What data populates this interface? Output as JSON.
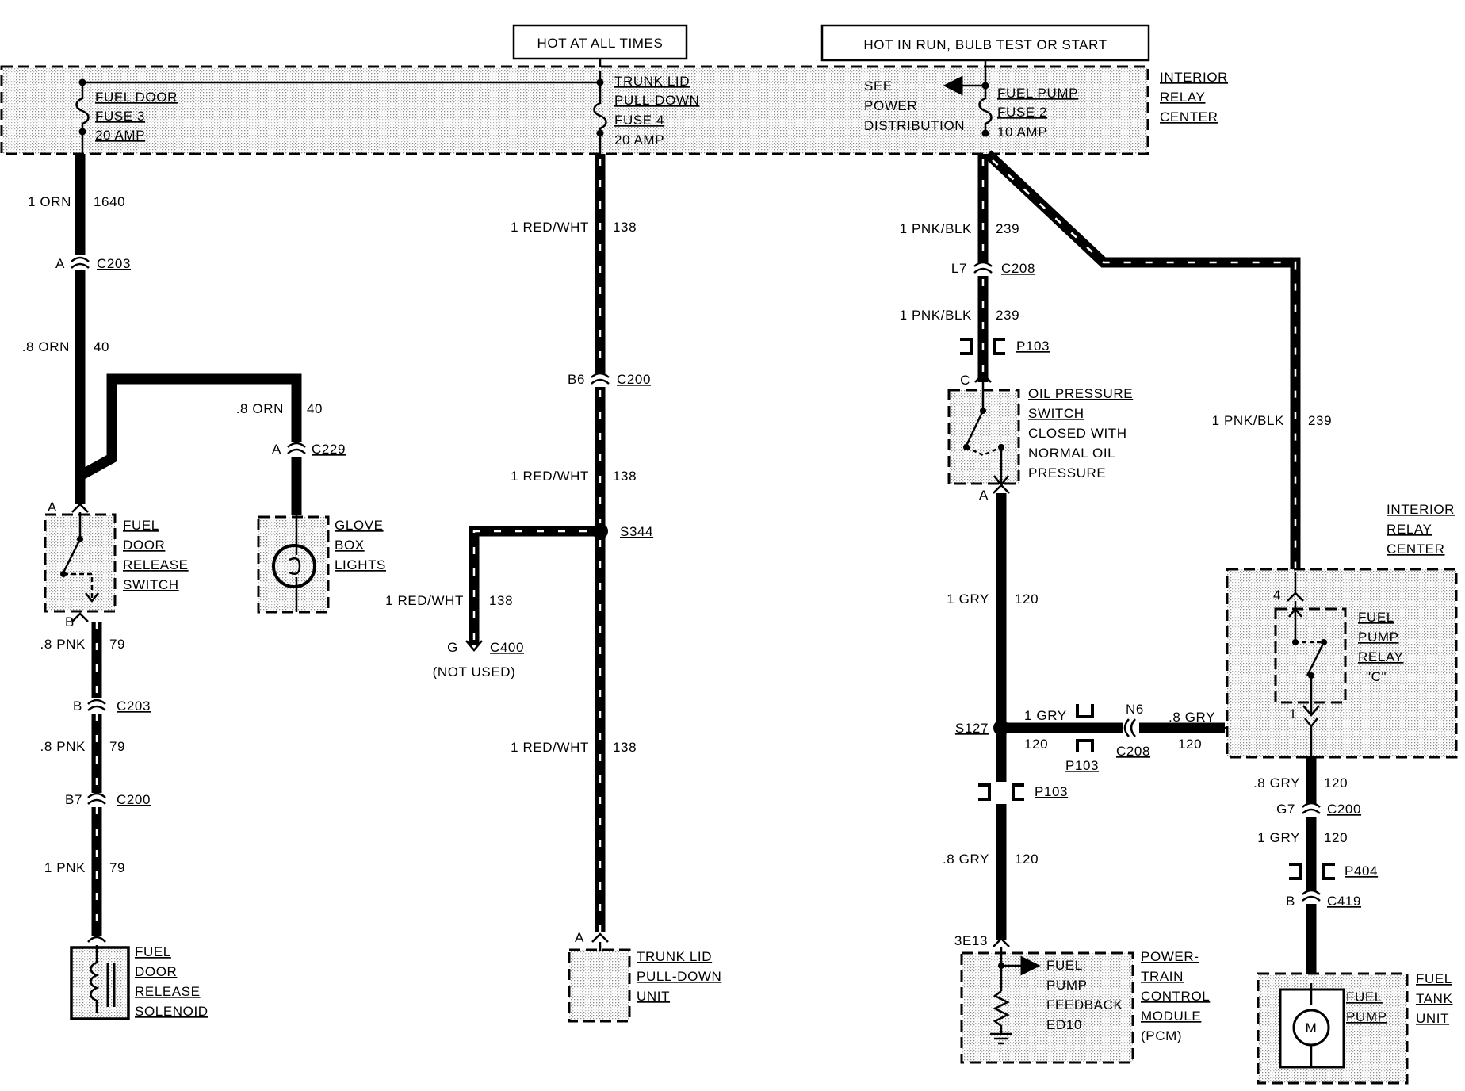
{
  "header": {
    "hot_at_all_times": "HOT AT ALL TIMES",
    "hot_in_run": "HOT IN RUN, BULB TEST OR START"
  },
  "relay_center_top": [
    "INTERIOR",
    "RELAY",
    "CENTER"
  ],
  "relay_center_right": [
    "INTERIOR",
    "RELAY",
    "CENTER"
  ],
  "fuses": {
    "fuel_door": [
      "FUEL DOOR",
      "FUSE 3",
      "20 AMP"
    ],
    "trunk_lid": [
      "TRUNK LID",
      "PULL-DOWN",
      "FUSE 4",
      "20 AMP"
    ],
    "fuel_pump": [
      "FUEL PUMP",
      "FUSE 2",
      "10 AMP"
    ],
    "see_power": [
      "SEE",
      "POWER",
      "DISTRIBUTION"
    ]
  },
  "wires": {
    "w1_color": "1 ORN",
    "w1_num": "1640",
    "w2_color": ".8 ORN",
    "w2_num": "40",
    "w3_color": ".8 ORN",
    "w3_num": "40",
    "w4_color": ".8 PNK",
    "w4_num": "79",
    "w5_color": ".8 PNK",
    "w5_num": "79",
    "w6_color": "1 PNK",
    "w6_num": "79",
    "w7_color": "1 RED/WHT",
    "w7_num": "138",
    "w8_color": "1 RED/WHT",
    "w8_num": "138",
    "w9_color": "1 RED/WHT",
    "w9_num": "138",
    "w10_color": "1 RED/WHT",
    "w10_num": "138",
    "w11_color": "1 PNK/BLK",
    "w11_num": "239",
    "w12_color": "1 PNK/BLK",
    "w12_num": "239",
    "w13_color": "1 PNK/BLK",
    "w13_num": "239",
    "w14_color": "1 GRY",
    "w14_num": "120",
    "w15_color": "1 GRY",
    "w15_num": "120",
    "w16_color": ".8 GRY",
    "w16_num": "120",
    "w17_color": ".8 GRY",
    "w17_num": "120",
    "w18_color": ".8 GRY",
    "w18_num": "120",
    "w19_color": "1 GRY",
    "w19_num": "120"
  },
  "connectors": {
    "c203a_pin": "A",
    "c203a": "C203",
    "c229_pin": "A",
    "c229": "C229",
    "c203b_pin": "B",
    "c203b": "C203",
    "c200b7_pin": "B7",
    "c200b7": "C200",
    "c200b6_pin": "B6",
    "c200b6": "C200",
    "s344": "S344",
    "c400_pin": "G",
    "c400": "C400",
    "not_used": "(NOT USED)",
    "c208l7_pin": "L7",
    "c208l7": "C208",
    "p103_a": "P103",
    "p103_b": "P103",
    "p103_c": "P103",
    "s127": "S127",
    "c208n6_pin": "N6",
    "c208n6": "C208",
    "c200g7_pin": "G7",
    "c200g7": "C200",
    "p404": "P404",
    "c419_pin": "B",
    "c419": "C419",
    "pin_a_fuel_door": "A",
    "pin_b_fuel_door": "B",
    "pin_a_trunk": "A",
    "pin_c_oil": "C",
    "pin_a_oil": "A",
    "pin_4_relay": "4",
    "pin_1_relay": "1",
    "pin_3e13": "3E13"
  },
  "components": {
    "fuel_door_release_switch": [
      "FUEL",
      "DOOR",
      "RELEASE",
      "SWITCH"
    ],
    "glove_box_lights": [
      "GLOVE",
      "BOX",
      "LIGHTS"
    ],
    "fuel_door_release_solenoid": [
      "FUEL",
      "DOOR",
      "RELEASE",
      "SOLENOID"
    ],
    "trunk_lid_unit": [
      "TRUNK LID",
      "PULL-DOWN",
      "UNIT"
    ],
    "oil_pressure_switch": [
      "OIL PRESSURE",
      "SWITCH",
      "CLOSED WITH",
      "NORMAL OIL",
      "PRESSURE"
    ],
    "fuel_pump_relay": [
      "FUEL",
      "PUMP",
      "RELAY",
      "\"C\""
    ],
    "pcm_inner": [
      "FUEL",
      "PUMP",
      "FEEDBACK",
      "ED10"
    ],
    "pcm": [
      "POWER-",
      "TRAIN",
      "CONTROL",
      "MODULE",
      "(PCM)"
    ],
    "fuel_pump": [
      "FUEL",
      "PUMP"
    ],
    "fuel_tank_unit": [
      "FUEL",
      "TANK",
      "UNIT"
    ],
    "motor_symbol": "M"
  }
}
